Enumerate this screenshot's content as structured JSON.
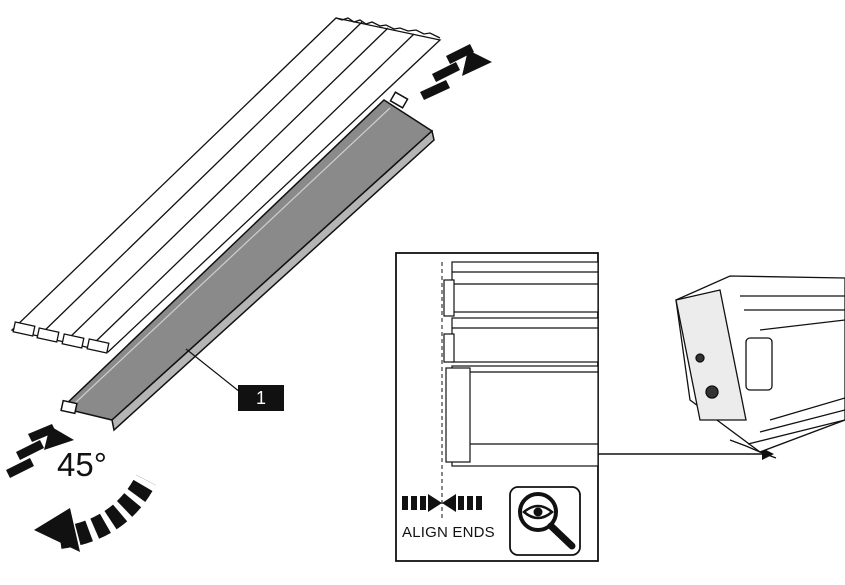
{
  "callout": {
    "number": "1"
  },
  "rotation": {
    "angle_label": "45°"
  },
  "detail": {
    "align_label": "ALIGN ENDS"
  },
  "icons": [
    "direction-arrow-icon",
    "rotate-arrow-icon",
    "magnifier-eye-icon",
    "align-arrows-icon"
  ],
  "colors": {
    "part": "#8a8a8a",
    "ink": "#111111",
    "paper": "#ffffff"
  }
}
